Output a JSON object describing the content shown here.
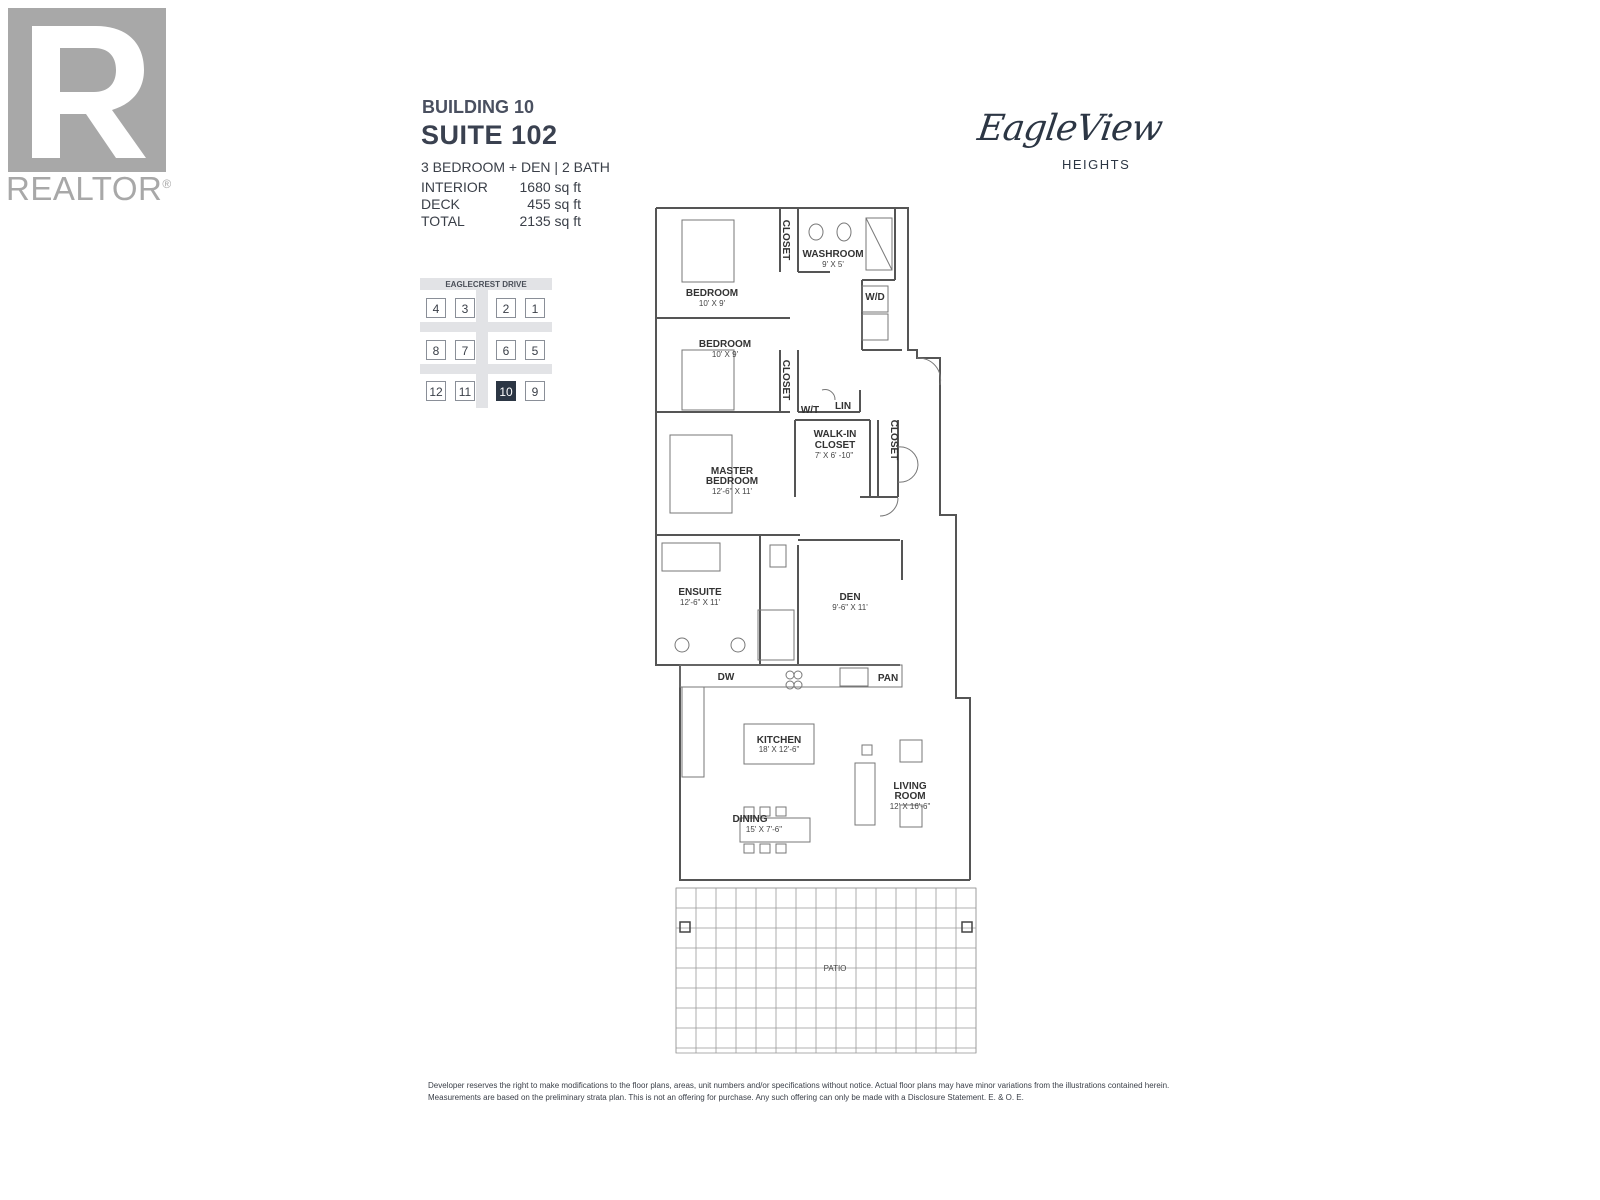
{
  "watermark": {
    "brand": "REALTOR",
    "mark": "®"
  },
  "header": {
    "building": "BUILDING 10",
    "suite": "SUITE 102",
    "config": "3 BEDROOM + DEN | 2 BATH",
    "areas": [
      {
        "label": "INTERIOR",
        "value": "1680 sq ft"
      },
      {
        "label": "DECK",
        "value": "455 sq ft"
      },
      {
        "label": "TOTAL",
        "value": "2135 sq ft"
      }
    ]
  },
  "brand_logo": {
    "script": "EagleView",
    "sub": "HEIGHTS"
  },
  "key_plan": {
    "street": "EAGLECREST DRIVE",
    "units": [
      "4",
      "3",
      "2",
      "1",
      "8",
      "7",
      "6",
      "5",
      "12",
      "11",
      "10",
      "9"
    ],
    "active": "10"
  },
  "rooms": {
    "bedroom1": {
      "name": "BEDROOM",
      "dim": "10' X 9'"
    },
    "bedroom2": {
      "name": "BEDROOM",
      "dim": "10' X 9'"
    },
    "closet1": "CLOSET",
    "closet2": "CLOSET",
    "closet3": "CLOSET",
    "washroom": {
      "name": "WASHROOM",
      "dim": "9' X 5'"
    },
    "wd": "W/D",
    "wt": "W/T",
    "lin": "LIN",
    "walkin": {
      "line1": "WALK-IN",
      "line2": "CLOSET",
      "dim": "7' X 6' -10\""
    },
    "master": {
      "line1": "MASTER",
      "line2": "BEDROOM",
      "dim": "12'-6\" X 11'"
    },
    "ensuite": {
      "name": "ENSUITE",
      "dim": "12'-6\" X 11'"
    },
    "den": {
      "name": "DEN",
      "dim": "9'-6\" X 11'"
    },
    "dw": "DW",
    "pan": "PAN",
    "kitchen": {
      "name": "KITCHEN",
      "dim": "18' X 12'-6\""
    },
    "living": {
      "line1": "LIVING",
      "line2": "ROOM",
      "dim": "12' X 16'-6\""
    },
    "dining": {
      "name": "DINING",
      "dim": "15' X 7'-6\""
    },
    "patio": "PATIO"
  },
  "disclaimer": {
    "line1": "Developer reserves the right to make modifications to the floor plans, areas, unit numbers and/or specifications without notice. Actual floor plans may have minor variations from the illustrations contained herein.",
    "line2": "Measurements are based on the preliminary strata plan. This is not an offering for purchase. Any such offering can only be made with a Disclosure Statement. E. & O. E."
  }
}
